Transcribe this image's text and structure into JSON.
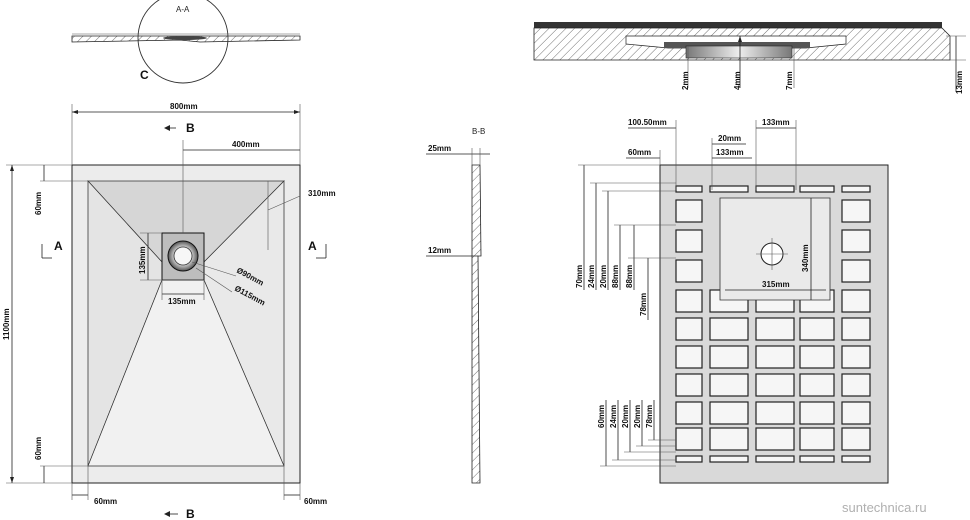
{
  "watermark": "suntechnica.ru",
  "top_view": {
    "section_label_aa": "A-A",
    "detail_label_c": "C",
    "width_label": "800mm",
    "height_label": "1100mm",
    "drain_offset_label": "400mm",
    "side_label_310": "310mm",
    "edge_top_label": "60mm",
    "edge_bottom_label": "60mm",
    "bottom_left_label": "60mm",
    "bottom_right_label": "60mm",
    "drain_box_h_label": "135mm",
    "drain_box_w_label": "135mm",
    "diam_90_label": "Ø90mm",
    "diam_115_label": "Ø115mm",
    "section_b_top": "B",
    "section_b_bottom": "B",
    "section_a_left": "A",
    "section_a_right": "A"
  },
  "side_section": {
    "title": "B-B",
    "thickness_label": "25mm",
    "mid_label": "12mm"
  },
  "detail_c": {
    "labels": [
      "2mm",
      "4mm",
      "7mm",
      "13mm"
    ]
  },
  "bottom_view": {
    "top_labels": {
      "a": "100.50mm",
      "b": "133mm",
      "c": "20mm",
      "d": "133mm",
      "e": "60mm"
    },
    "center_v_label": "340mm",
    "center_h_label": "315mm",
    "left_top_labels": [
      "70mm",
      "24mm",
      "20mm",
      "88mm",
      "88mm",
      "78mm"
    ],
    "left_bottom_labels": [
      "60mm",
      "24mm",
      "20mm",
      "20mm",
      "78mm"
    ]
  }
}
